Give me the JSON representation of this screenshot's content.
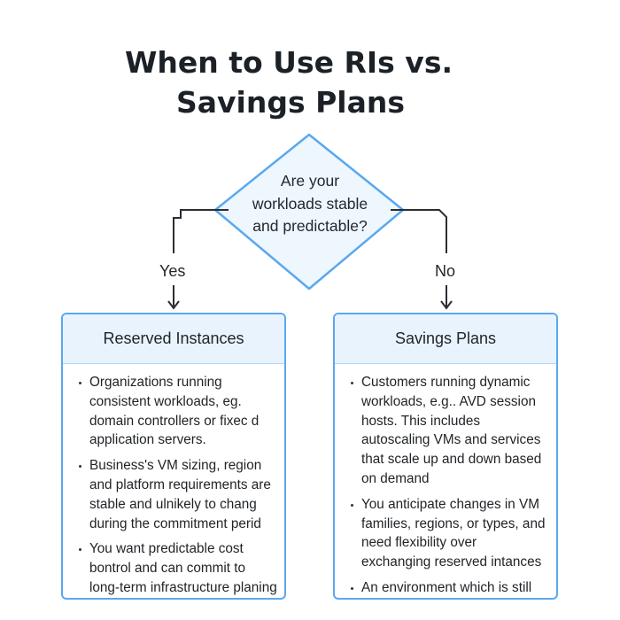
{
  "title": {
    "line1": "When to Use RIs vs.",
    "line2": "Savings Plans"
  },
  "decision": {
    "line1": "Are your",
    "line2": "workloads stable",
    "line3": "and predictable?"
  },
  "branches": {
    "yes": "Yes",
    "no": "No"
  },
  "colors": {
    "accent": "#5aa8ef",
    "header_bg": "#e9f3fd",
    "connector": "#2a2e33"
  },
  "reserved_instances": {
    "heading": "Reserved Instances",
    "items": [
      "Organizations running consistent workloads, eg. domain controllers or fixec d application servers.",
      "Business's VM sizing, region and platform requirements are stable and ulnikely to chang during the commitment perid",
      "You want predictable cost bontrol and can commit to long-term infrastructure planing"
    ]
  },
  "savings_plans": {
    "heading": "Savings Plans",
    "items": [
      "Customers running dynamic workloads, e.g.. AVD session hosts. This includes autoscaling VMs and services that scale up and down based on demand",
      "You anticipate changes in VM families, regions, or types, and need flexibility over exchanging reserved intances",
      "An environment which is still evolving, such as during"
    ]
  }
}
